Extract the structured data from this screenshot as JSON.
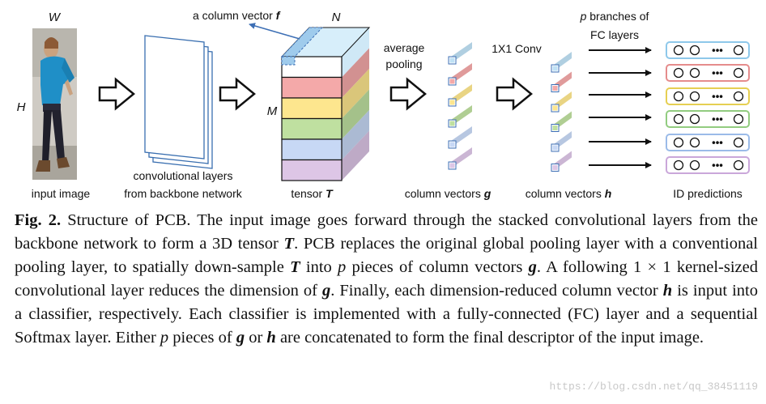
{
  "diagram": {
    "labels": {
      "w": "W",
      "h": "H",
      "input_image": "input image",
      "conv_line1": "convolutional layers",
      "conv_line2": "from backbone network",
      "column_vector_prefix": "a column vector ",
      "column_vector_sym": "f",
      "n": "N",
      "m": "M",
      "tensor_prefix": "tensor ",
      "tensor_sym": "T",
      "avg_line1": "average",
      "avg_line2": "pooling",
      "conv1x1": "1X1 Conv",
      "colvec_g_prefix": "column vectors ",
      "colvec_g_sym": "g",
      "colvec_h_prefix": "column vectors ",
      "colvec_h_sym": "h",
      "branches_sym": "p",
      "branches_line1_rest": " branches of",
      "branches_line2": "FC layers",
      "id_predictions": "ID predictions"
    },
    "stripe_colors": [
      "#ffffff",
      "#f4a9a9",
      "#fde68e",
      "#bfe0a0",
      "#c7d8f5",
      "#ddc6e6"
    ],
    "prediction_border_colors": [
      "#8ec8ea",
      "#e58c8c",
      "#e6cf52",
      "#92cc80",
      "#9bbbe8",
      "#caa7da"
    ],
    "ellipsis": "•••"
  },
  "caption": {
    "fig_label": "Fig. 2.",
    "parts": [
      " Structure of PCB. The input image goes forward through the stacked convolutional layers from the backbone network to form a 3D tensor ",
      "T",
      ". PCB replaces the original global pooling layer with a conventional pooling layer, to spatially down-sample ",
      "T",
      " into ",
      "p",
      " pieces of column vectors ",
      "g",
      ". A following 1 × 1 kernel-sized convolutional layer reduces the dimension of ",
      "g",
      ". Finally, each dimension-reduced column vector ",
      "h",
      " is input into a classifier, respectively. Each classifier is implemented with a fully-connected (FC) layer and a sequential Softmax layer. Either ",
      "p",
      " pieces of ",
      "g",
      " or ",
      "h",
      " are concatenated to form the final descriptor of the input image."
    ]
  },
  "watermark": "https://blog.csdn.net/qq_38451119"
}
